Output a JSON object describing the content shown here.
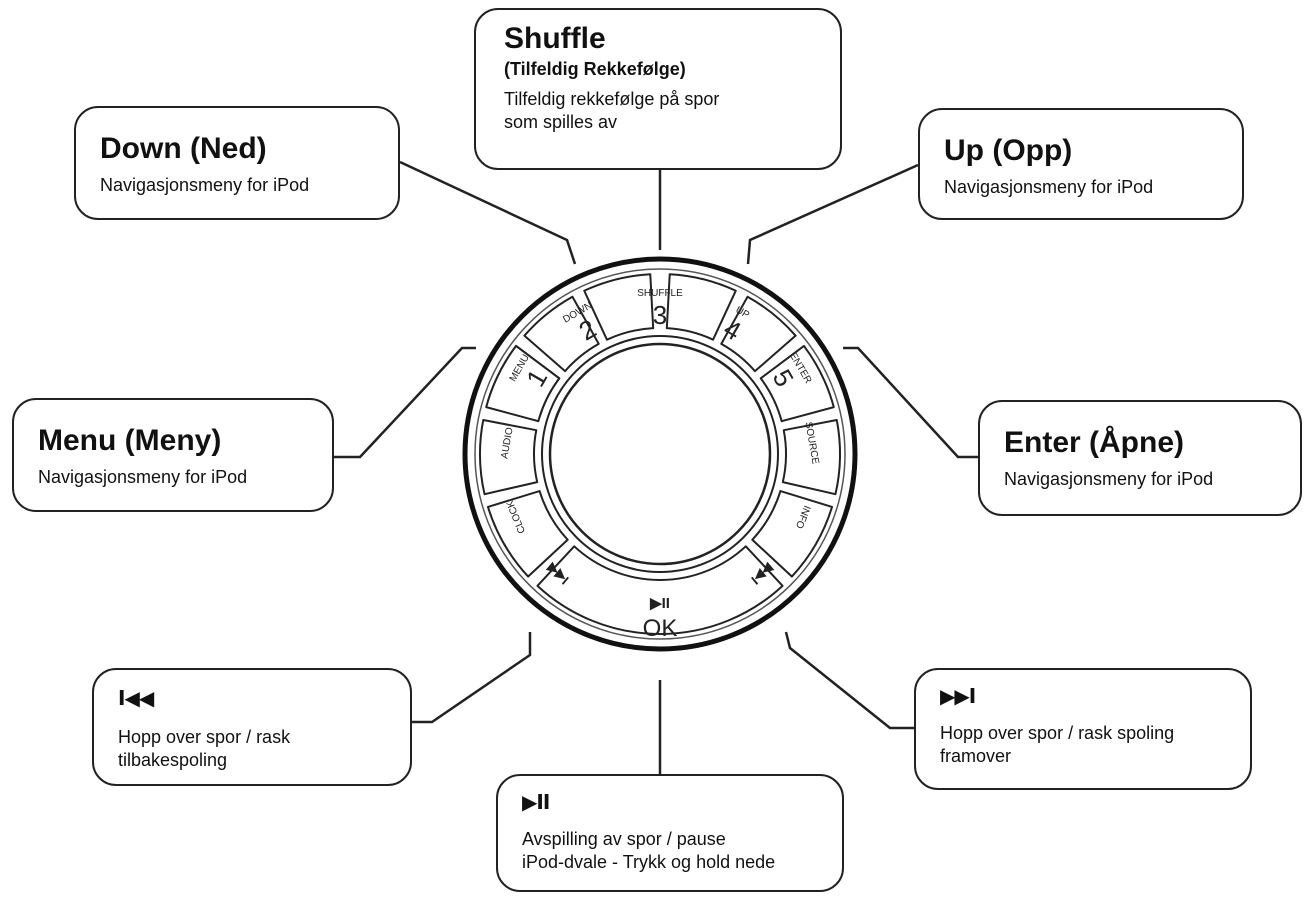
{
  "callouts": {
    "shuffle": {
      "title": "Shuffle",
      "subtitle": "(Tilfeldig Rekkefølge)",
      "description": "Tilfeldig rekkefølge på spor\nsom spilles av"
    },
    "down": {
      "title": "Down (Ned)",
      "description": "Navigasjonsmeny for iPod"
    },
    "up": {
      "title": "Up (Opp)",
      "description": "Navigasjonsmeny for iPod"
    },
    "menu": {
      "title": "Menu (Meny)",
      "description": "Navigasjonsmeny for iPod"
    },
    "enter": {
      "title": "Enter (Åpne)",
      "description": "Navigasjonsmeny for iPod"
    },
    "previous": {
      "icon": "previous-track-icon",
      "glyph": "I◀◀",
      "description": "Hopp over spor / rask\ntilbakespoling"
    },
    "next": {
      "icon": "next-track-icon",
      "glyph": "▶▶I",
      "description": "Hopp over spor / rask spoling\nframover"
    },
    "play_pause": {
      "icon": "play-pause-icon",
      "glyph": "▶II",
      "description": "Avspilling av spor / pause\niPod-dvale - Trykk og hold nede"
    }
  },
  "dial": {
    "keys": {
      "menu": {
        "label": "MENU",
        "number": "1"
      },
      "down": {
        "label": "DOWN",
        "number": "2"
      },
      "shuffle": {
        "label": "SHUFFLE",
        "number": "3"
      },
      "up": {
        "label": "UP",
        "number": "4"
      },
      "enter": {
        "label": "ENTER",
        "number": "5"
      },
      "audio": {
        "label": "AUDIO"
      },
      "source": {
        "label": "SOURCE"
      },
      "clock": {
        "label": "CLOCK"
      },
      "info": {
        "label": "INFO"
      },
      "ok": {
        "glyph": "▶II",
        "label": "OK"
      },
      "prev": {
        "glyph": "I◀◀"
      },
      "next": {
        "glyph": "▶▶I"
      }
    }
  }
}
